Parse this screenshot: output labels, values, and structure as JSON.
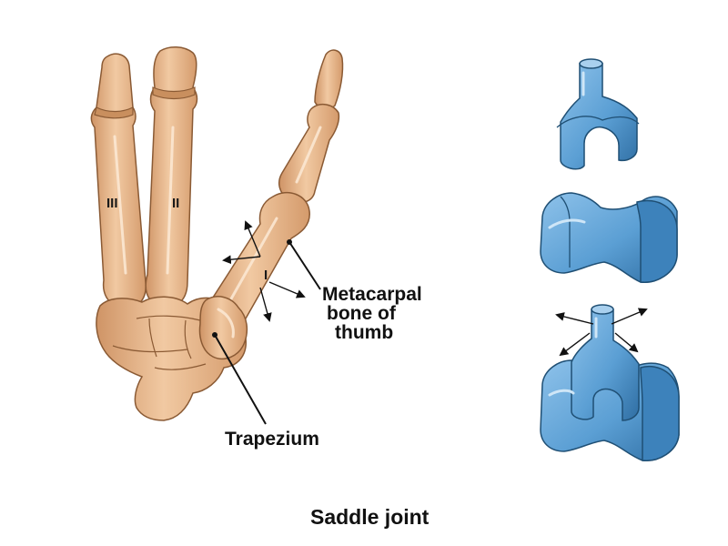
{
  "labels": {
    "digit_iii": "III",
    "digit_ii": "II",
    "digit_i": "I",
    "metacarpal_line1": "Metacarpal",
    "metacarpal_line2": "bone of",
    "metacarpal_line3": "thumb",
    "trapezium": "Trapezium",
    "caption": "Saddle joint"
  },
  "colors": {
    "bone": "#e7b78c",
    "bone_shadow": "#c98f5e",
    "model_blue": "#5b9fd4",
    "model_blue_dark": "#2f6ea3",
    "text": "#111111"
  },
  "icons": {
    "movement_arrows": "four-direction-arrows-icon"
  }
}
